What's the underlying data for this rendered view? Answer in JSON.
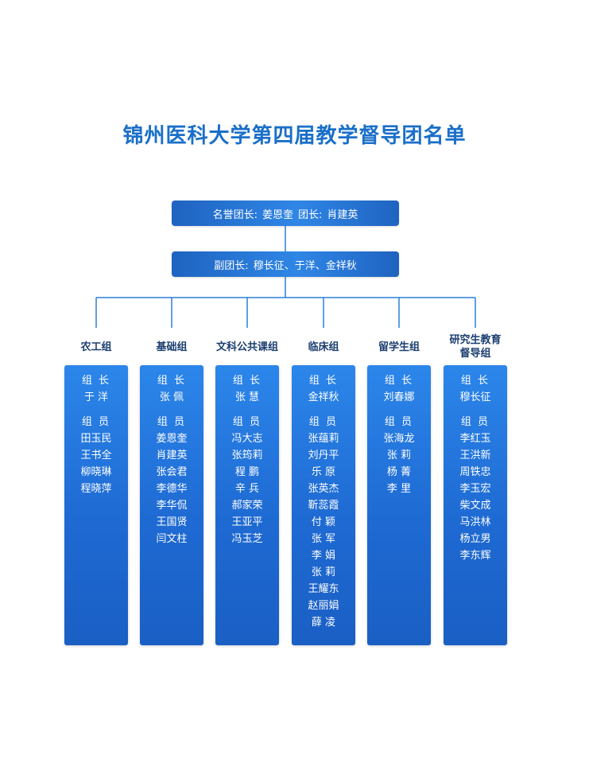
{
  "title": "锦州医科大学第四届教学督导团名单",
  "leadership": {
    "honorary_label": "名誉团长:",
    "honorary_name": "姜恩奎",
    "head_label": "团长:",
    "head_name": "肖建英",
    "deputy_label": "副团长:",
    "deputy_names": "穆长征、于洋、金祥秋"
  },
  "leader_role": "组 长",
  "member_role": "组 员",
  "groups": [
    {
      "title_line1": "农工组",
      "title_line2": "",
      "leader": "于 洋",
      "members": [
        "田玉民",
        "王书全",
        "柳晓琳",
        "程晓萍"
      ]
    },
    {
      "title_line1": "基础组",
      "title_line2": "",
      "leader": "张 佩",
      "members": [
        "姜恩奎",
        "肖建英",
        "张会君",
        "李德华",
        "李华侃",
        "王国贤",
        "闫文柱"
      ]
    },
    {
      "title_line1": "文科公共课组",
      "title_line2": "",
      "leader": "张 慧",
      "members": [
        "冯大志",
        "张筠莉",
        "程 鹏",
        "辛 兵",
        "郝家荣",
        "王亚平",
        "冯玉芝"
      ]
    },
    {
      "title_line1": "临床组",
      "title_line2": "",
      "leader": "金祥秋",
      "members": [
        "张蕴莉",
        "刘丹平",
        "乐 原",
        "张英杰",
        "靳蕊霞",
        "付 颖",
        "张 军",
        "李 娟",
        "张 莉",
        "王耀东",
        "赵丽娟",
        "薛 凌"
      ]
    },
    {
      "title_line1": "留学生组",
      "title_line2": "",
      "leader": "刘春娜",
      "members": [
        "张海龙",
        "张 莉",
        "杨 菁",
        "李 里"
      ]
    },
    {
      "title_line1": "研究生教育",
      "title_line2": "督导组",
      "leader": "穆长征",
      "members": [
        "李红玉",
        "王洪新",
        "周铁忠",
        "李玉宏",
        "柴文成",
        "马洪林",
        "杨立男",
        "李东辉"
      ]
    }
  ],
  "colors": {
    "title": "#1a6fc9",
    "box_dark": "#1f63c0",
    "box_light": "#2f86e6",
    "connector": "#2a7fd8",
    "group_title": "#1b3e70"
  }
}
